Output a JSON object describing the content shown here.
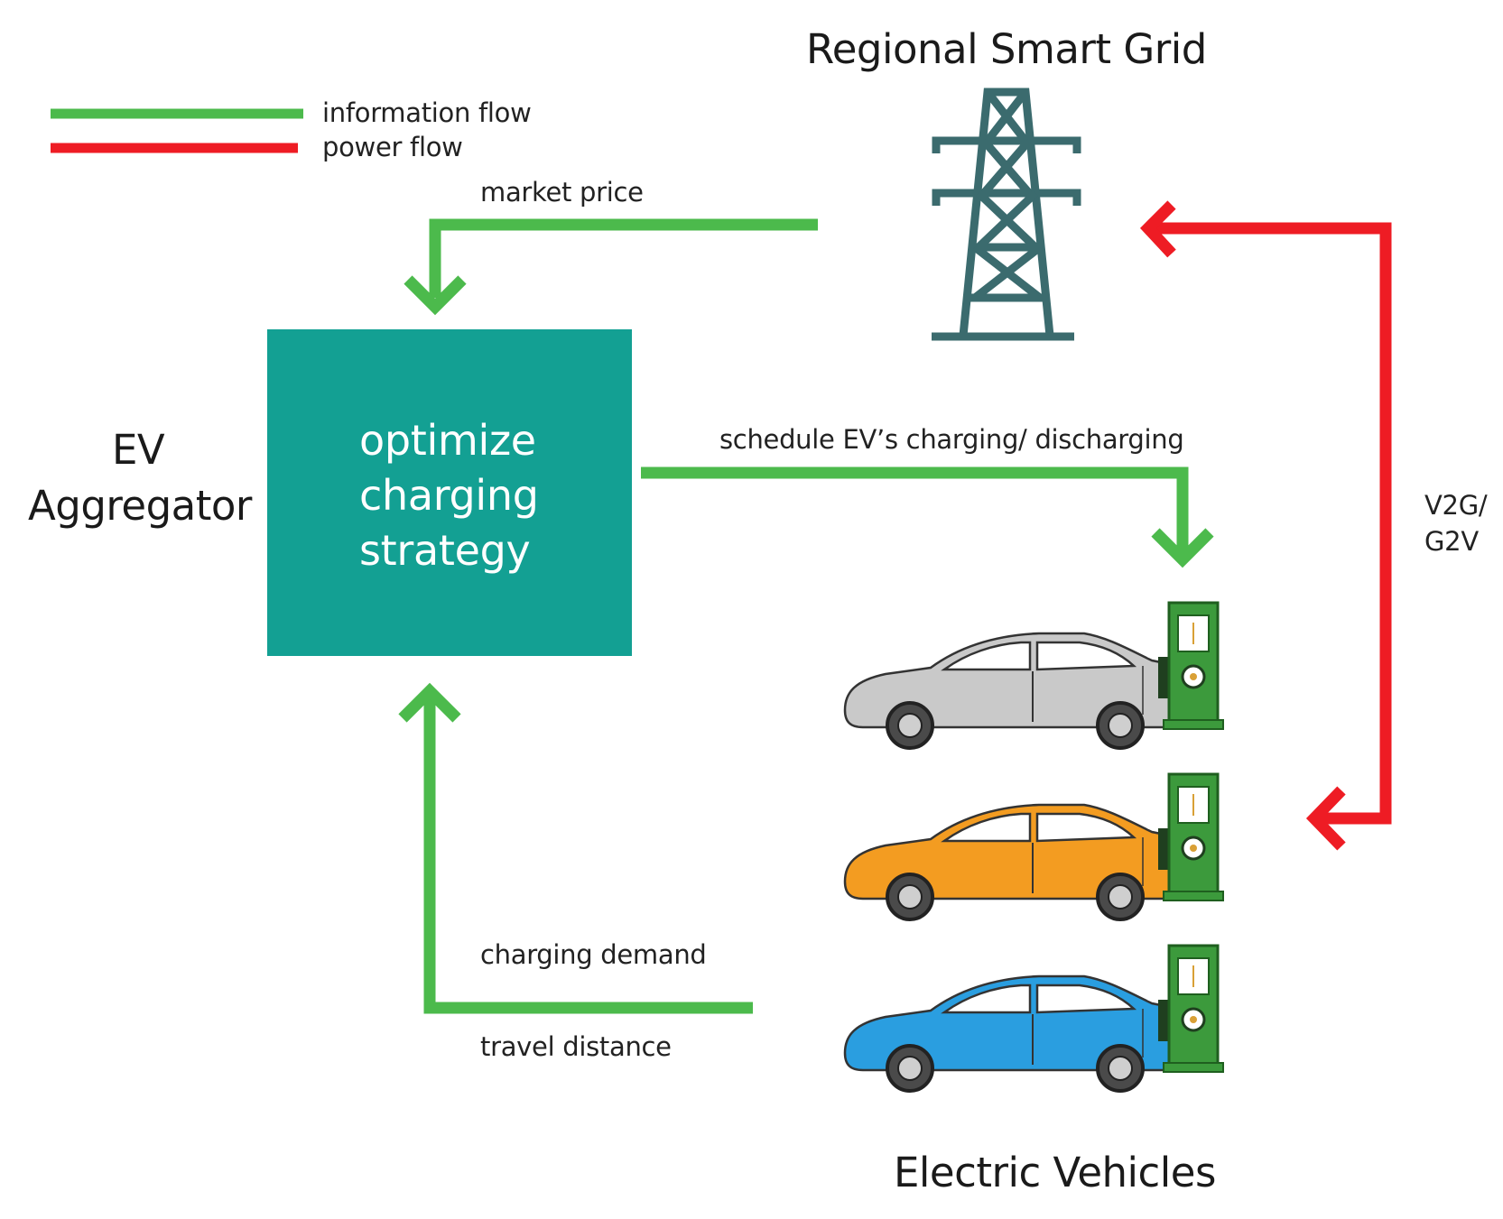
{
  "legend": {
    "items": [
      {
        "label": "information flow",
        "color": "#4cba4c"
      },
      {
        "label": "power flow",
        "color": "#ee1c24"
      }
    ]
  },
  "grid": {
    "title": "Regional Smart Grid",
    "icon": "transmission-tower-icon",
    "color": "#3b6b6e"
  },
  "aggregator": {
    "label_line1": "EV",
    "label_line2": "Aggregator",
    "box_color": "#13a093",
    "box_line1": "optimize",
    "box_line2": "charging",
    "box_line3": "strategy"
  },
  "flows": {
    "market_price": "market price",
    "schedule": "schedule EV’s charging/ discharging",
    "charging_demand": "charging demand",
    "travel_distance": "travel distance",
    "v2g_line1": "V2G/",
    "v2g_line2": "G2V"
  },
  "vehicles": {
    "title": "Electric Vehicles",
    "cars": [
      {
        "icon": "car-icon",
        "color": "#c9c9c9"
      },
      {
        "icon": "car-icon",
        "color": "#f39c21"
      },
      {
        "icon": "car-icon",
        "color": "#2a9ee0"
      }
    ],
    "charger_icon": "charging-station-icon",
    "charger_color": "#3c9a3c"
  }
}
